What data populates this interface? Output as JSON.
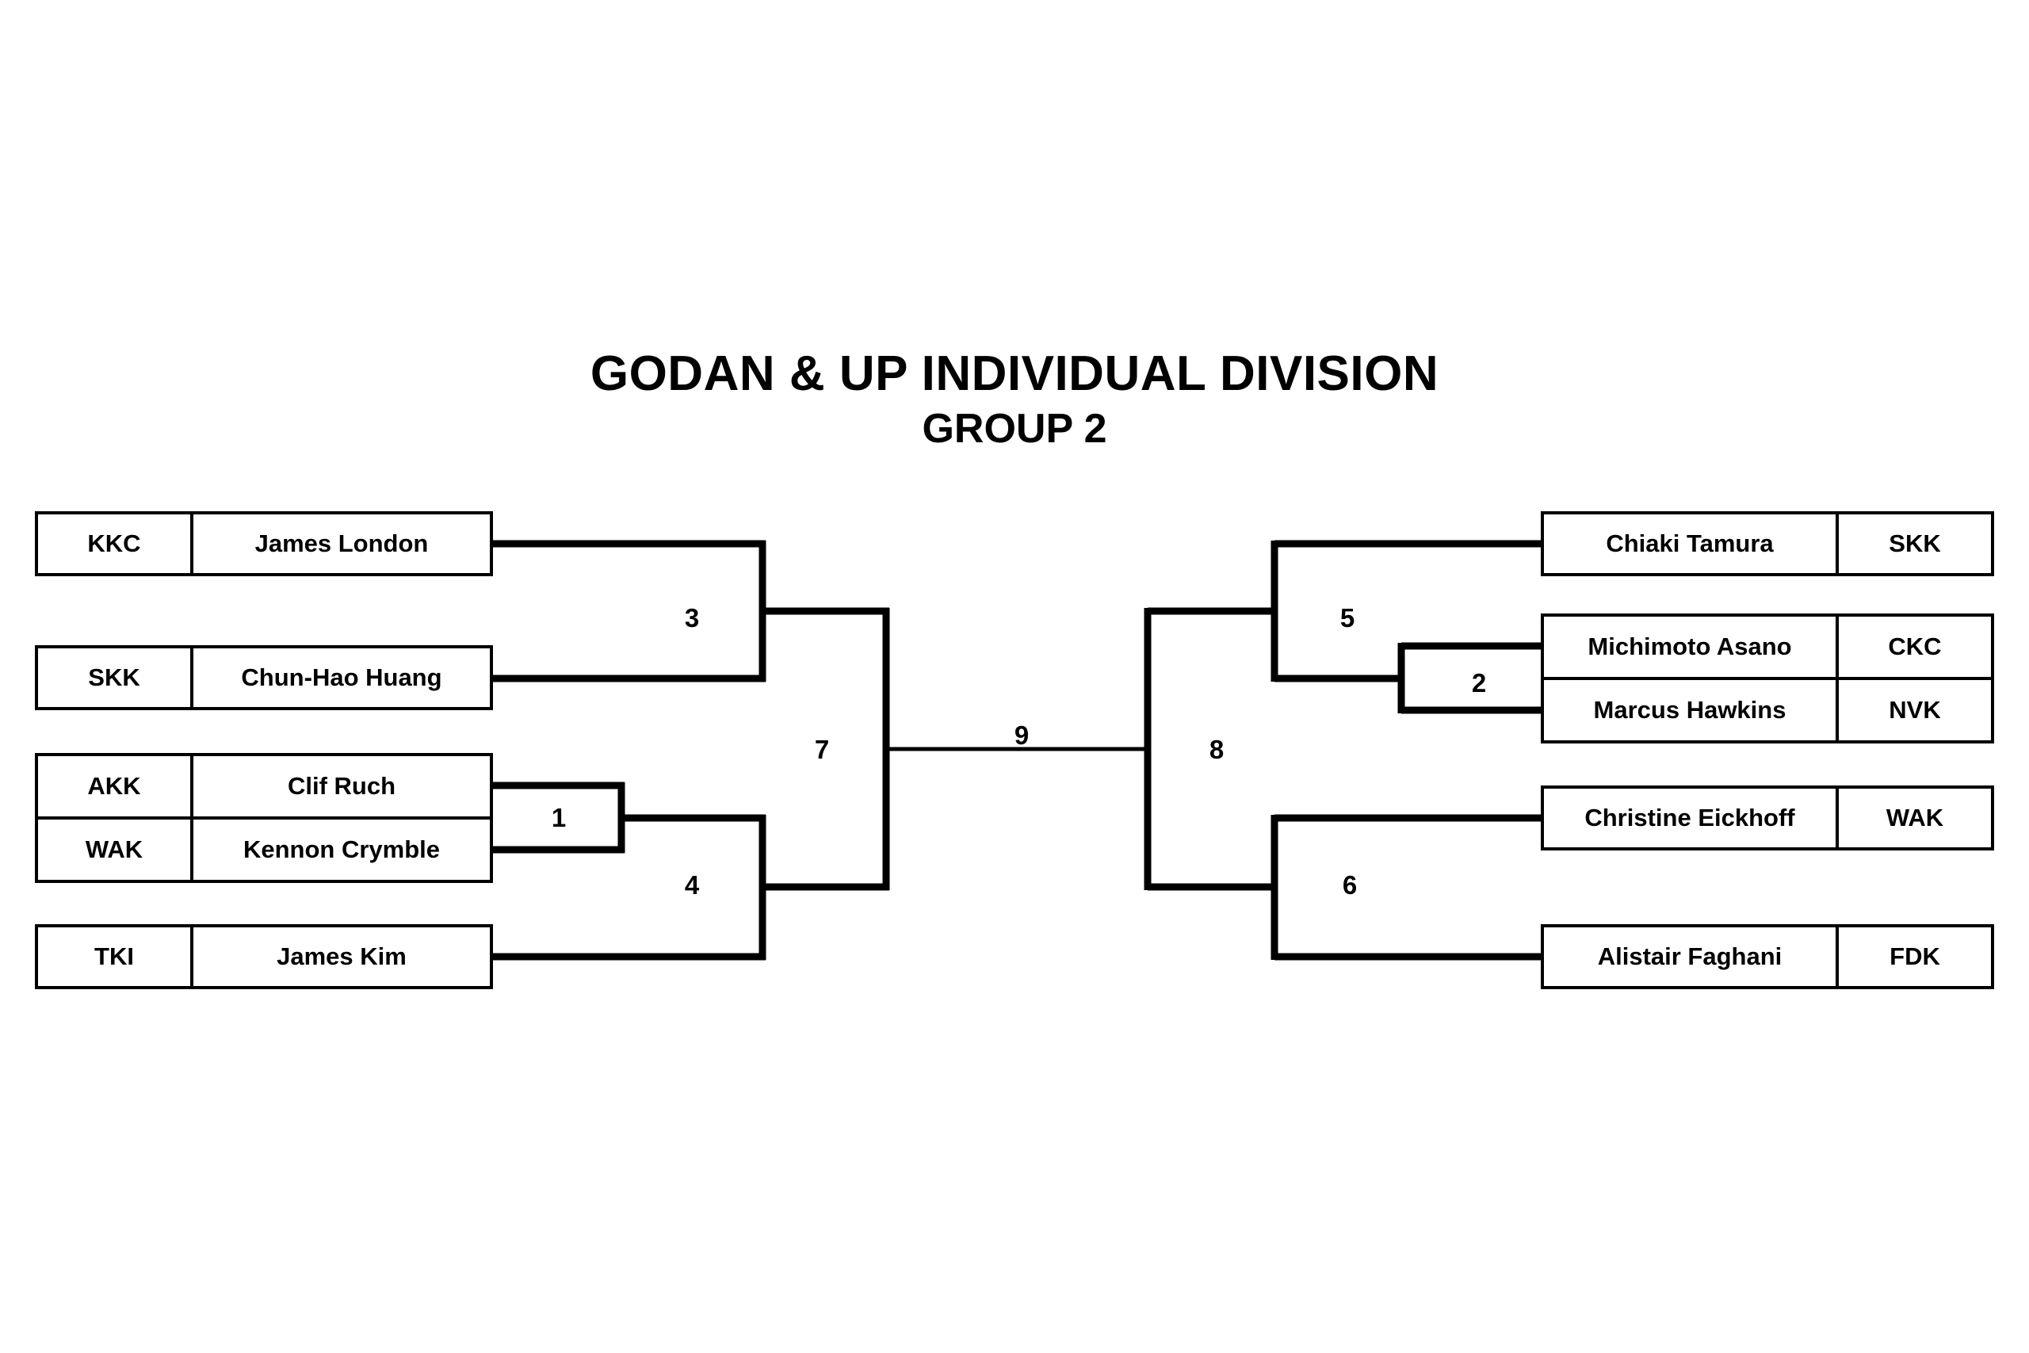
{
  "header": {
    "title": "GODAN & UP INDIVIDUAL DIVISION",
    "subtitle": "GROUP 2"
  },
  "bracket": {
    "left_competitors": [
      {
        "code": "KKC",
        "name": "James London"
      },
      {
        "code": "SKK",
        "name": "Chun-Hao Huang"
      },
      {
        "code": "AKK",
        "name": "Clif Ruch"
      },
      {
        "code": "WAK",
        "name": "Kennon Crymble"
      },
      {
        "code": "TKI",
        "name": "James Kim"
      }
    ],
    "right_competitors": [
      {
        "name": "Chiaki Tamura",
        "code": "SKK"
      },
      {
        "name": "Michimoto Asano",
        "code": "CKC"
      },
      {
        "name": "Marcus Hawkins",
        "code": "NVK"
      },
      {
        "name": "Christine Eickhoff",
        "code": "WAK"
      },
      {
        "name": "Alistair Faghani",
        "code": "FDK"
      }
    ],
    "match_numbers": {
      "m1": "1",
      "m2": "2",
      "m3": "3",
      "m4": "4",
      "m5": "5",
      "m6": "6",
      "m7": "7",
      "m8": "8",
      "m9": "9"
    }
  },
  "chart_data": {
    "type": "diagram",
    "title": "GODAN & UP INDIVIDUAL DIVISION - GROUP 2",
    "diagram_kind": "double-sided single-elimination tournament bracket",
    "competitor_count": 10,
    "match_count": 9,
    "matches": [
      {
        "number": "1",
        "side": "left",
        "round": "preliminary",
        "entrants": [
          "Clif Ruch (AKK)",
          "Kennon Crymble (WAK)"
        ],
        "feeds_into": "4"
      },
      {
        "number": "2",
        "side": "right",
        "round": "preliminary",
        "entrants": [
          "Michimoto Asano (CKC)",
          "Marcus Hawkins (NVK)"
        ],
        "feeds_into": "5"
      },
      {
        "number": "3",
        "side": "left",
        "round": "quarterfinal",
        "entrants": [
          "James London (KKC)",
          "Chun-Hao Huang (SKK)"
        ],
        "feeds_into": "7"
      },
      {
        "number": "4",
        "side": "left",
        "round": "quarterfinal",
        "entrants": [
          "Winner of 1",
          "James Kim (TKI)"
        ],
        "feeds_into": "7"
      },
      {
        "number": "5",
        "side": "right",
        "round": "quarterfinal",
        "entrants": [
          "Chiaki Tamura (SKK)",
          "Winner of 2"
        ],
        "feeds_into": "8"
      },
      {
        "number": "6",
        "side": "right",
        "round": "quarterfinal",
        "entrants": [
          "Christine Eickhoff (WAK)",
          "Alistair Faghani (FDK)"
        ],
        "feeds_into": "8"
      },
      {
        "number": "7",
        "side": "left",
        "round": "semifinal",
        "entrants": [
          "Winner of 3",
          "Winner of 4"
        ],
        "feeds_into": "9"
      },
      {
        "number": "8",
        "side": "right",
        "round": "semifinal",
        "entrants": [
          "Winner of 5",
          "Winner of 6"
        ],
        "feeds_into": "9"
      },
      {
        "number": "9",
        "side": "center",
        "round": "final",
        "entrants": [
          "Winner of 7",
          "Winner of 8"
        ],
        "feeds_into": null
      }
    ],
    "dojo_codes": [
      "KKC",
      "SKK",
      "AKK",
      "WAK",
      "TKI",
      "CKC",
      "NVK",
      "FDK"
    ]
  }
}
